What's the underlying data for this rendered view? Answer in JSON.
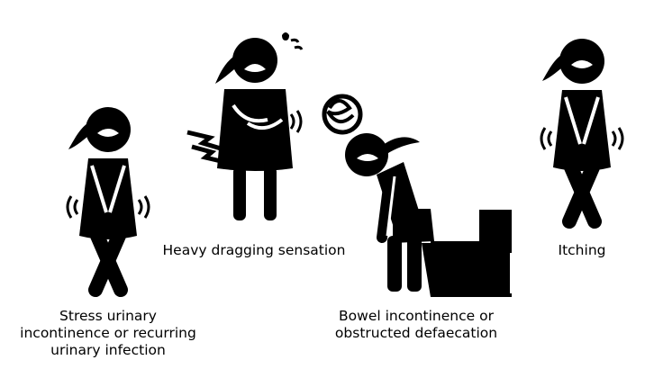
{
  "ink_color": "#000000",
  "background_color": "#ffffff",
  "figures": [
    {
      "id": "stress",
      "icon": "woman-crossed-legs-holding-crotch-icon",
      "caption_lines": [
        "Stress urinary",
        "incontinence or recurring",
        "urinary infection"
      ]
    },
    {
      "id": "dragging",
      "icon": "woman-holding-abdomen-in-pain-icon",
      "caption_lines": [
        "Heavy dragging sensation"
      ]
    },
    {
      "id": "bowel",
      "icon": "woman-bent-over-toilet-icon",
      "caption_lines": [
        "Bowel incontinence or",
        "obstructed defaecation"
      ]
    },
    {
      "id": "itching",
      "icon": "woman-crossed-legs-itching-icon",
      "caption_lines": [
        "Itching"
      ]
    }
  ]
}
